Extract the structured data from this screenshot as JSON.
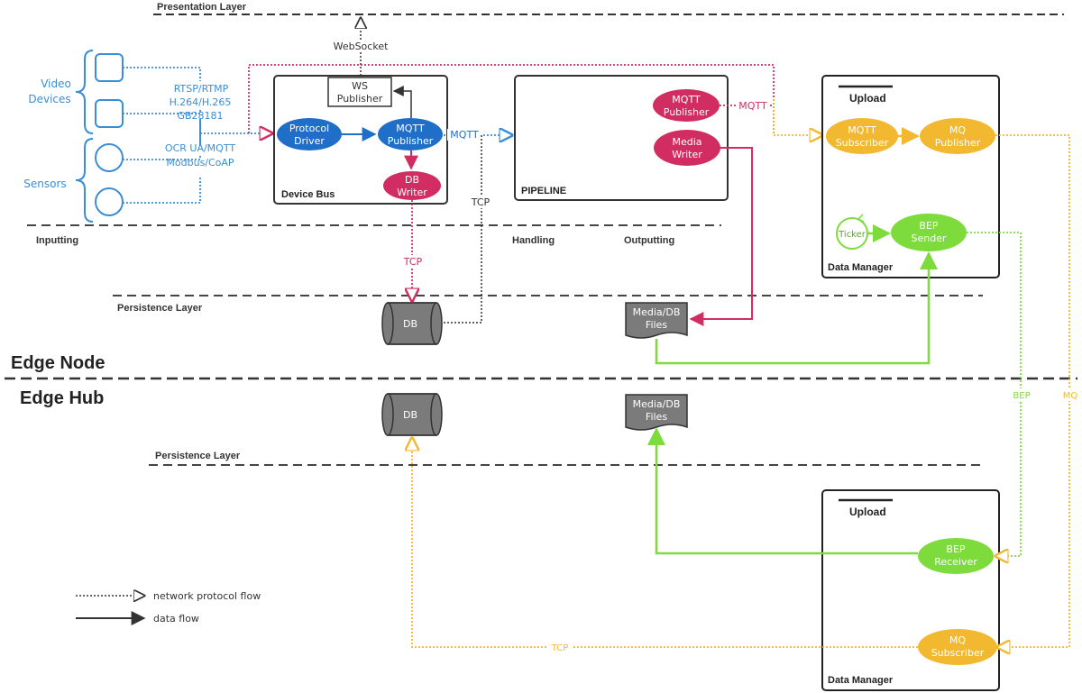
{
  "colors": {
    "blue": "#1f6fc9",
    "blue_light": "#3a8ed8",
    "red": "#d12d62",
    "yellow": "#f2b830",
    "green": "#7ddc3c",
    "gray": "#7b7b7b",
    "dark": "#333333"
  },
  "layers": {
    "presentation": "Presentation  Layer",
    "persistence_node": "Persistence Layer",
    "persistence_hub": "Persistence Layer",
    "inputting": "Inputting",
    "handling": "Handling",
    "outputting": "Outputting"
  },
  "regions": {
    "edge_node": "Edge Node",
    "edge_hub": "Edge Hub"
  },
  "inputs": {
    "video_devices_line1": "Video",
    "video_devices_line2": "Devices",
    "sensors": "Sensors",
    "video_protocols": [
      "RTSP/RTMP",
      "H.264/H.265",
      "GB28181"
    ],
    "sensor_protocols": [
      "OCR UA/MQTT",
      "Modbus/CoAP"
    ]
  },
  "device_bus": {
    "title": "Device Bus",
    "protocol_driver": [
      "Protocol",
      "Driver"
    ],
    "mqtt_publisher": [
      "MQTT",
      "Publisher"
    ],
    "ws_publisher": [
      "WS",
      "Publisher"
    ],
    "db_writer": [
      "DB",
      "Writer"
    ]
  },
  "pipeline": {
    "title": "PIPELINE",
    "mqtt_publisher": [
      "MQTT",
      "Publisher"
    ],
    "media_writer": [
      "Media",
      "Writer"
    ]
  },
  "data_manager_node": {
    "title": "Data Manager",
    "upload": "Upload",
    "mqtt_subscriber": [
      "MQTT",
      "Subscriber"
    ],
    "mq_publisher": [
      "MQ",
      "Publisher"
    ],
    "ticker": "Ticker",
    "bep_sender": [
      "BEP",
      "Sender"
    ]
  },
  "data_manager_hub": {
    "title": "Data Manager",
    "upload": "Upload",
    "bep_receiver": [
      "BEP",
      "Receiver"
    ],
    "mq_subscriber": [
      "MQ",
      "Subscriber"
    ]
  },
  "storage": {
    "db_node": "DB",
    "files_node": [
      "Media/DB",
      "Files"
    ],
    "db_hub": "DB",
    "files_hub": [
      "Media/DB",
      "Files"
    ]
  },
  "protocol_labels": {
    "websocket": "WebSocket",
    "mqtt_bus": "MQTT",
    "mqtt_pipeline": "MQTT",
    "tcp_db_writer": "TCP",
    "tcp_pipeline": "TCP",
    "tcp_hub": "TCP",
    "bep": "BEP",
    "mq": "MQ"
  },
  "legend": {
    "network": "network protocol flow",
    "data": "data flow"
  }
}
